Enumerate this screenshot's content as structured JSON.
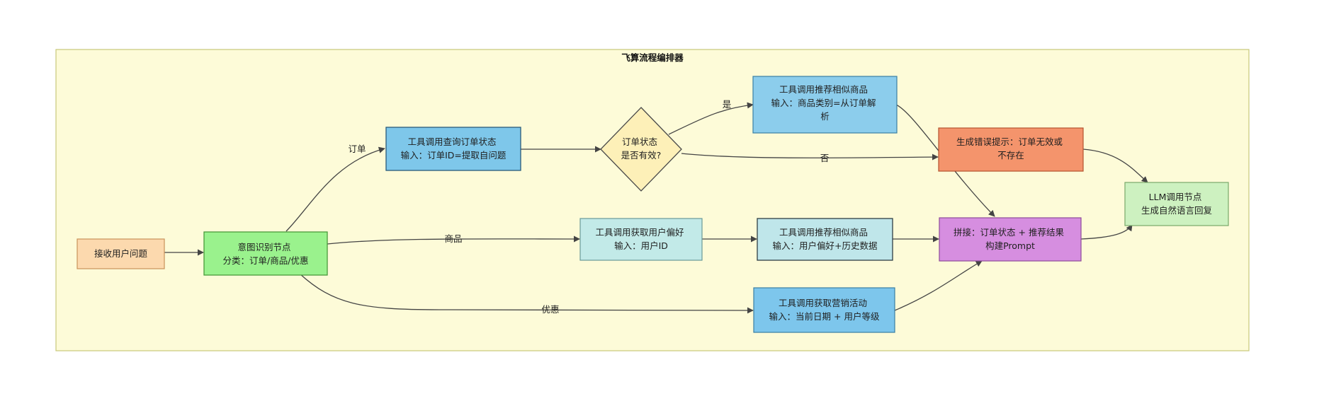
{
  "frame": {
    "title": "飞算流程编排器"
  },
  "nodes": {
    "receive": {
      "lines": [
        "接收用户问题"
      ]
    },
    "intent": {
      "lines": [
        "意图识别节点",
        "分类：订单/商品/优惠"
      ]
    },
    "query_order": {
      "lines": [
        "工具调用查询订单状态",
        "输入：订单ID=提取自问题"
      ]
    },
    "order_valid": {
      "lines": [
        "订单状态",
        "是否有效?"
      ]
    },
    "recommend_similar_a": {
      "lines": [
        "工具调用推荐相似商品",
        "输入：商品类别=从订单解",
        "析"
      ]
    },
    "error_tip": {
      "lines": [
        "生成错误提示：订单无效或",
        "不存在"
      ]
    },
    "get_pref": {
      "lines": [
        "工具调用获取用户偏好",
        "输入：用户ID"
      ]
    },
    "recommend_similar_b": {
      "lines": [
        "工具调用推荐相似商品",
        "输入：用户偏好+历史数据"
      ]
    },
    "concat": {
      "lines": [
        "拼接：订单状态 + 推荐结果",
        "构建Prompt"
      ]
    },
    "llm": {
      "lines": [
        "LLM调用节点",
        "生成自然语言回复"
      ]
    },
    "marketing": {
      "lines": [
        "工具调用获取营销活动",
        "输入：当前日期 + 用户等级"
      ]
    }
  },
  "edge_labels": {
    "order": "订单",
    "product": "商品",
    "promo": "优惠",
    "yes": "是",
    "no": "否"
  },
  "colors": {
    "frame_fill": "#fdfbd8",
    "frame_stroke": "#c8c97a",
    "receive": "#fcd9ae",
    "intent": "#9af28d",
    "query_order": "#7ec7ea",
    "order_valid": "#fdf0b8",
    "recommend_similar_a": "#8ccdec",
    "error_tip": "#f4946c",
    "get_pref": "#c2eae8",
    "recommend_similar_b": "#bfe6ea",
    "concat": "#d68ee0",
    "llm": "#cdf1c0",
    "marketing": "#7dc6ec"
  }
}
